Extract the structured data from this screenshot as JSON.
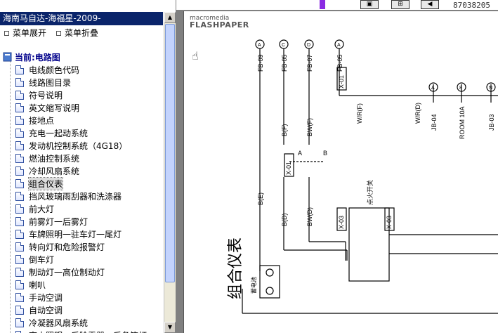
{
  "left": {
    "title": "海南马自达-海福星-2009-",
    "menu": {
      "expand": "菜单展开",
      "collapse": "菜单折叠"
    },
    "root": "当前:电路图",
    "items": [
      "电线颜色代码",
      "线路图目录",
      "符号说明",
      "英文缩写说明",
      "接地点",
      "充电一起动系统",
      "发动机控制系统（4G18）",
      "燃油控制系统",
      "冷却风扇系统",
      "组合仪表",
      "挡风玻璃雨刮器和洗涤器",
      "前大灯",
      "前雾灯一后雾灯",
      "车牌照明一驻车灯一尾灯",
      "转向灯和危险报警灯",
      "倒车灯",
      "制动灯一高位制动灯",
      "喇叭",
      "手动空调",
      "自动空调",
      "冷凝器风扇系统",
      "室内照明一后除霜器一后备箱灯"
    ]
  },
  "right": {
    "counter": "87038205",
    "flash_brand": "macromedia",
    "flash_product": "FLASHPAPER",
    "diagram": {
      "title": "组合仪表",
      "fuses": [
        "FB-09",
        "FB-05",
        "FB-07",
        "FB-05"
      ],
      "fuse_circles": [
        "A",
        "C",
        "D",
        "A"
      ],
      "jb": [
        "JB-04",
        "ROOM 10A",
        "JB-03"
      ],
      "jb_circles": [
        "A",
        "8",
        "N"
      ],
      "wires": [
        "W/R(F)",
        "W/R(D)",
        "B(F)",
        "BW(F)",
        "B(E)",
        "B(D)",
        "BW(D)"
      ],
      "connectors": [
        "X-01",
        "X-01",
        "X-03",
        "X-03"
      ],
      "ab": [
        "A",
        "B"
      ],
      "switch_label": "点火开关",
      "battery": "蓄电池"
    }
  }
}
